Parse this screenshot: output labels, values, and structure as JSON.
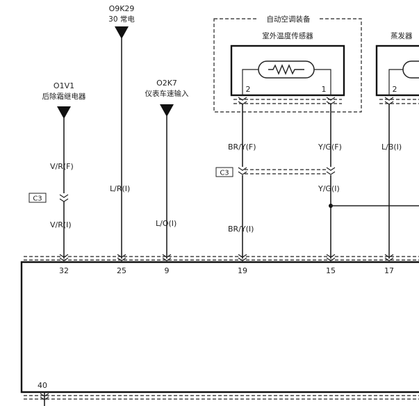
{
  "terminals": [
    {
      "code": "O9K29",
      "desc": "30 常电"
    },
    {
      "code": "O1V1",
      "desc": "后除霜继电器"
    },
    {
      "code": "O2K7",
      "desc": "仪表车速输入"
    }
  ],
  "ac_module": {
    "title": "自动空调装备",
    "sensor_name": "室外温度传感器",
    "pin_left": "2",
    "pin_right": "1"
  },
  "evaporator": {
    "name": "蒸发器",
    "pin": "2"
  },
  "connector_label": "C3",
  "wire_labels": {
    "vr_f": "V/R(F)",
    "vr_i": "V/R(I)",
    "lr_i": "L/R(I)",
    "lo_i": "L/O(I)",
    "bry_f": "BR/Y(F)",
    "bry_i": "BR/Y(I)",
    "yg_f": "Y/G(F)",
    "yg_i": "Y/G(I)",
    "lb_i": "L/B(I)"
  },
  "pins": [
    "32",
    "25",
    "9",
    "19",
    "15",
    "17",
    "40"
  ]
}
